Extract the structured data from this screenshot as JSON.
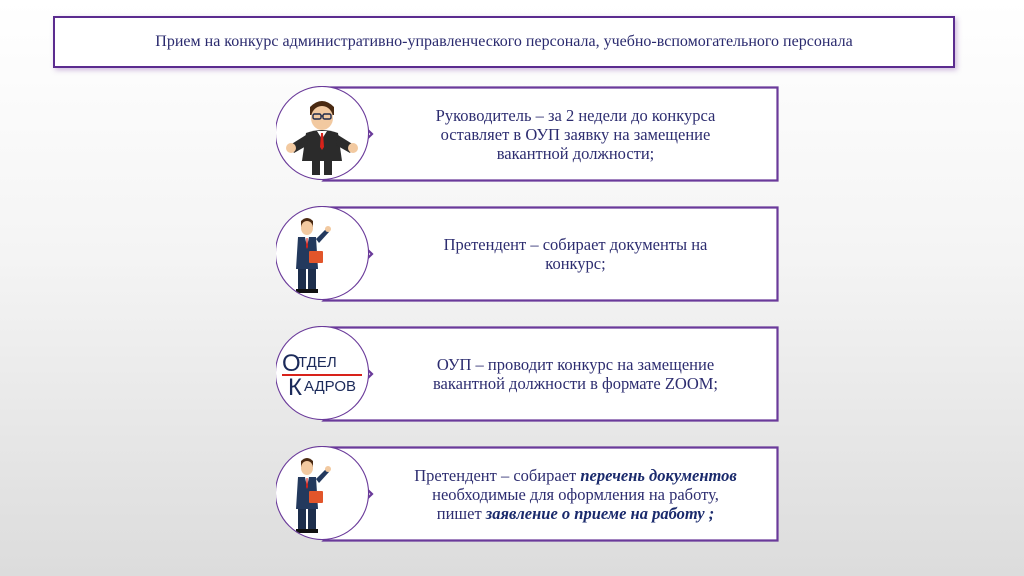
{
  "title": "Прием на конкурс административно-управленческого персонала, учебно-вспомогательного персонала",
  "steps": [
    {
      "lines": [
        "Руководитель – за 2 недели до конкурса",
        "оставляет в ОУП заявку на замещение",
        "вакантной должности;"
      ],
      "icon": "manager-icon"
    },
    {
      "lines": [
        "Претендент – собирает документы на",
        "конкурс;"
      ],
      "icon": "applicant-icon"
    },
    {
      "lines": [
        "ОУП – проводит конкурс на замещение",
        "вакантной должности в формате ZOOM;"
      ],
      "icon": "hr-department-logo"
    },
    {
      "line1_a": "Претендент – собирает ",
      "line1_b": "перечень документов",
      "line2": "необходимые для оформления на работу,",
      "line3_a": "пишет ",
      "line3_b": "заявление о приеме на работу ;",
      "icon": "applicant-icon"
    }
  ],
  "logo": {
    "top": "ТДЕЛ",
    "bottom": "АДРОВ",
    "letter_o": "О",
    "letter_k": "К"
  },
  "colors": {
    "accent": "#5b2c8f",
    "text": "#2d2d70"
  }
}
